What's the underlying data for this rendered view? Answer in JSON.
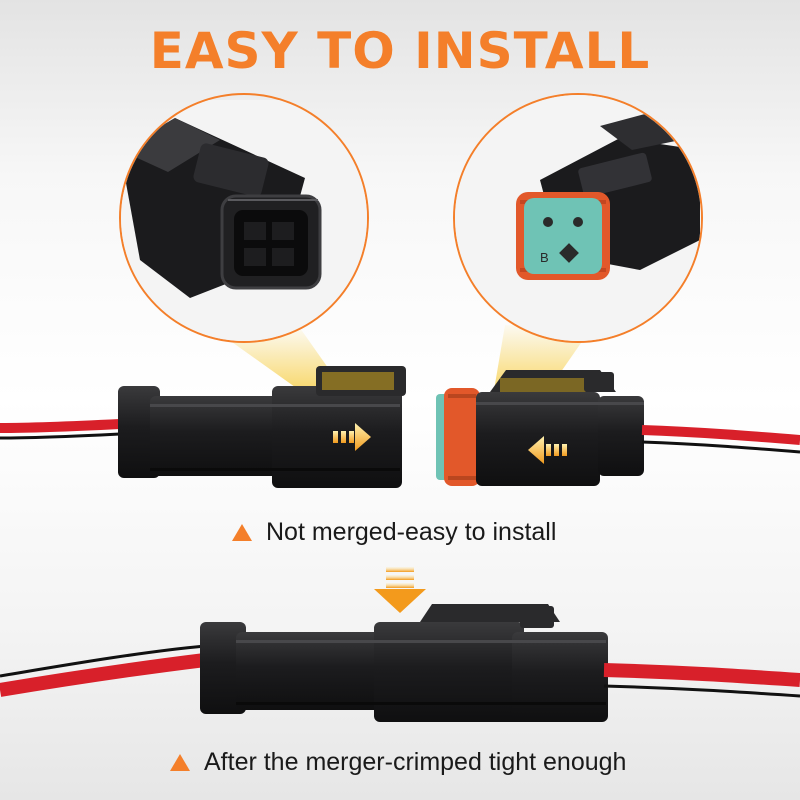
{
  "title": "EASY TO INSTALL",
  "captions": {
    "not_merged": "Not merged-easy to install",
    "merged": "After the merger-crimped tight enough"
  },
  "insets": {
    "right_connector_letter": "B"
  },
  "colors": {
    "accent": "#f47f2a",
    "wire_red": "#d8202a",
    "connector_black": "#1c1c1e",
    "seal_orange": "#e2582a",
    "face_teal": "#6fc3b5",
    "highlight_yellow": "#f4c21a"
  },
  "icons": [
    "arrow-right-icon",
    "arrow-left-icon",
    "arrow-down-icon",
    "warning-triangle-icon"
  ]
}
